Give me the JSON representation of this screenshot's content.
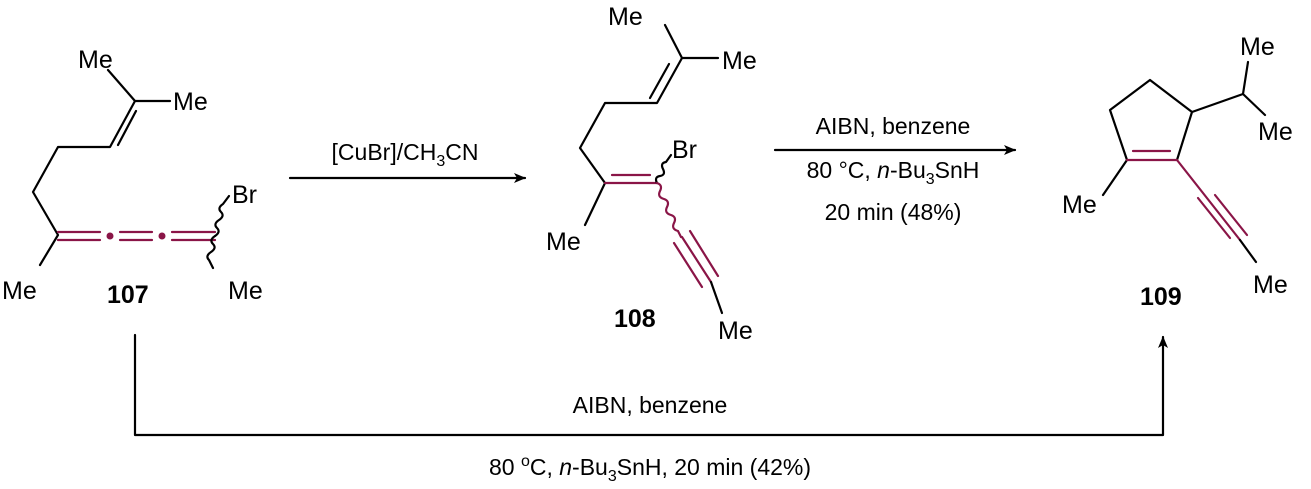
{
  "compounds": {
    "c107": {
      "label": "107",
      "substituents": {
        "me_top": "Me",
        "me_right": "Me",
        "me_left": "Me",
        "br": "Br",
        "me_end": "Me"
      }
    },
    "c108": {
      "label": "108",
      "substituents": {
        "me_top": "Me",
        "me_right": "Me",
        "me_left": "Me",
        "br": "Br",
        "me_end": "Me"
      }
    },
    "c109": {
      "label": "109",
      "substituents": {
        "me_top": "Me",
        "me_right": "Me",
        "me_left": "Me",
        "me_end": "Me"
      }
    }
  },
  "arrows": {
    "step1": {
      "reagent_a": "[CuBr]/CH",
      "reagent_sub": "3",
      "reagent_b": "CN"
    },
    "step2": {
      "line1": "AIBN, benzene",
      "line2_a": "80 °C, ",
      "line2_italic": "n",
      "line2_b": "-Bu",
      "line2_sub": "3",
      "line2_c": "SnH",
      "line3": "20 min (48%)"
    },
    "direct": {
      "line1": "AIBN, benzene",
      "line2_a": "80 ",
      "line2_sup": "o",
      "line2_b": "C, ",
      "line2_italic": "n",
      "line2_c": "-Bu",
      "line2_sub": "3",
      "line2_d": "SnH, 20 min (42%)"
    }
  },
  "colors": {
    "highlight": "#8a1547"
  }
}
